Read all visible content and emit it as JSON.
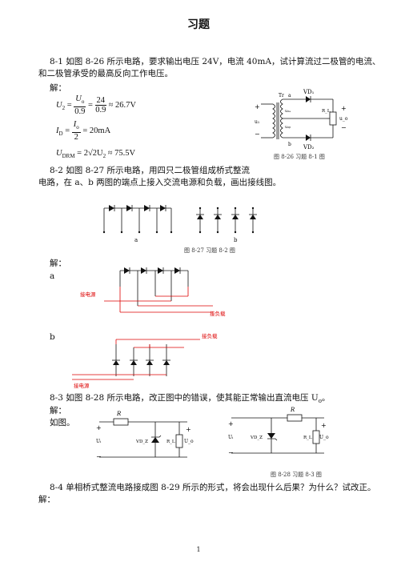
{
  "title": "习题",
  "q1": {
    "line1": "8-1  如图 8-26 所示电路，要求输出电压 24V，电流 40mA，试计算流过二极管的电流、",
    "line2": "和二极管承受的最高反向工作电压。",
    "jie": "解：",
    "eq1_lhs": "U",
    "eq1_lhs_sub": "2",
    "eq1_num": "U",
    "eq1_num_sub": "o",
    "eq1_den": "0.9",
    "eq1_num2": "24",
    "eq1_den2": "0.9",
    "eq1_result": "≈ 26.7V",
    "eq2_lhs": "I",
    "eq2_lhs_sub": "D",
    "eq2_num": "I",
    "eq2_num_sub": "o",
    "eq2_den": "2",
    "eq2_result": "= 20mA",
    "eq3_lhs": "U",
    "eq3_lhs_sub": "DRM",
    "eq3_rhs": "= 2√2U",
    "eq3_rhs_sub": "2",
    "eq3_result": "≈ 75.5V",
    "fig_caption": "图 8-26  习题 8-1 图",
    "fig_labels": {
      "vd1": "VD₁",
      "vd2": "VD₂",
      "tr": "Tr",
      "a": "a",
      "b": "b",
      "u1": "u₁",
      "u2a": "u₂ₐ",
      "u2b": "u₂ᵦ",
      "rl": "R_L",
      "uo": "u_o",
      "plus": "+",
      "minus": "−"
    }
  },
  "q2": {
    "line1": "8-2  如图 8-27 所示电路，用四只二极管组成桥式整流",
    "line2": "电路，在 a、b 两图的端点上接入交流电源和负载，画出接线图。",
    "fig_a": "a",
    "fig_b": "b",
    "fig_caption": "图 8-27  习题 8-2 图",
    "jie": "解：",
    "sol_a": "a",
    "sol_b": "b",
    "power_label": "接电源",
    "load_label": "接负载"
  },
  "q3": {
    "line1": "8-3  如图 8-28 所示电路，改正图中的错误，使其能正常输出直流电压 U",
    "line1_sub": "o",
    "line1_end": "。",
    "jie": "解：",
    "asfig": "如图。",
    "fig_caption": "图 8-28  习题 8-3 图",
    "labels": {
      "r": "R",
      "ui": "Uᵢ",
      "vdz": "VD_Z",
      "rl": "R_L",
      "uo": "U_o",
      "plus": "+",
      "minus": "−"
    }
  },
  "q4": {
    "line1": "8-4  单相桥式整流电路接成图 8-29 所示的形式，将会出现什么后果？为什么？试改正。",
    "jie": "解："
  },
  "page_number": "1"
}
